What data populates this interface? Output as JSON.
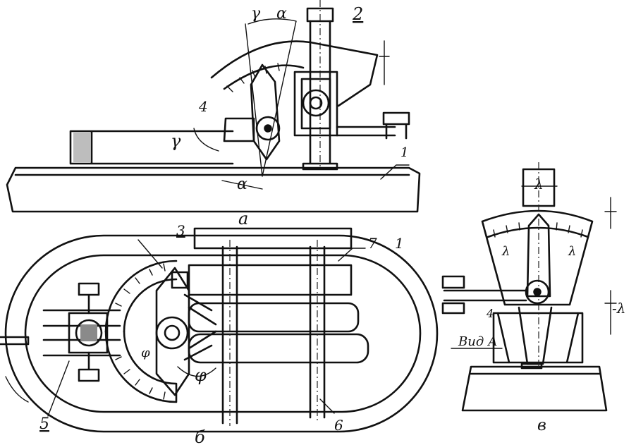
{
  "views": {
    "a": {
      "caption": "a",
      "labels": {
        "gamma_top": "γ",
        "alpha_top": "α",
        "num_2": "2",
        "num_4": "4",
        "gamma_left": "γ",
        "alpha_bottom": "α",
        "num_1": "1"
      }
    },
    "b": {
      "caption": "б",
      "labels": {
        "num_3": "3",
        "num_7": "7",
        "num_1": "1",
        "phi_inner": "φ",
        "phi_outer": "φ",
        "num_5": "5",
        "num_6": "6"
      }
    },
    "c": {
      "caption": "в",
      "title": "Вид А",
      "labels": {
        "lambda_top": "λ",
        "lambda_left": "λ",
        "lambda_right": "λ",
        "minus_lambda": "-λ",
        "num_4": "4"
      }
    }
  }
}
